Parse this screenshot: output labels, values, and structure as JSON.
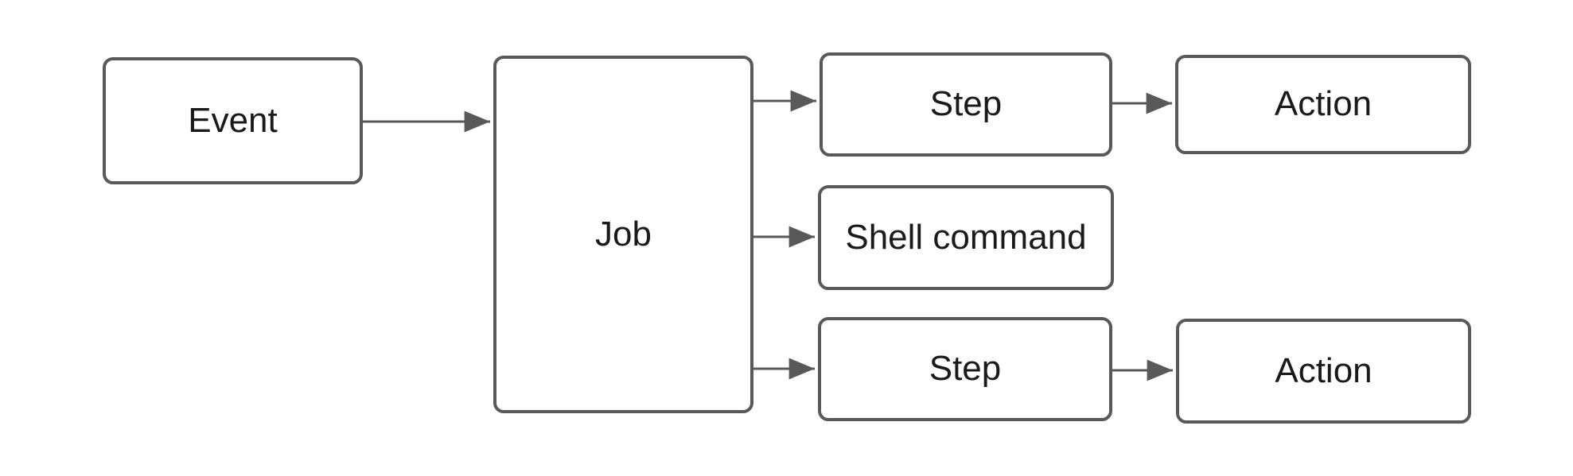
{
  "diagram": {
    "type": "flowchart",
    "colors": {
      "node_border": "#595959",
      "node_fill": "#ffffff",
      "arrow": "#595959",
      "text": "#1a1a1a",
      "background": "#ffffff"
    },
    "nodes": {
      "event": {
        "label": "Event"
      },
      "job": {
        "label": "Job"
      },
      "step_top": {
        "label": "Step"
      },
      "action_top": {
        "label": "Action"
      },
      "shell_command": {
        "label": "Shell command"
      },
      "step_bottom": {
        "label": "Step"
      },
      "action_bottom": {
        "label": "Action"
      }
    },
    "edges": [
      {
        "from": "event",
        "to": "job"
      },
      {
        "from": "job",
        "to": "step_top"
      },
      {
        "from": "job",
        "to": "shell_command"
      },
      {
        "from": "job",
        "to": "step_bottom"
      },
      {
        "from": "step_top",
        "to": "action_top"
      },
      {
        "from": "step_bottom",
        "to": "action_bottom"
      }
    ]
  }
}
